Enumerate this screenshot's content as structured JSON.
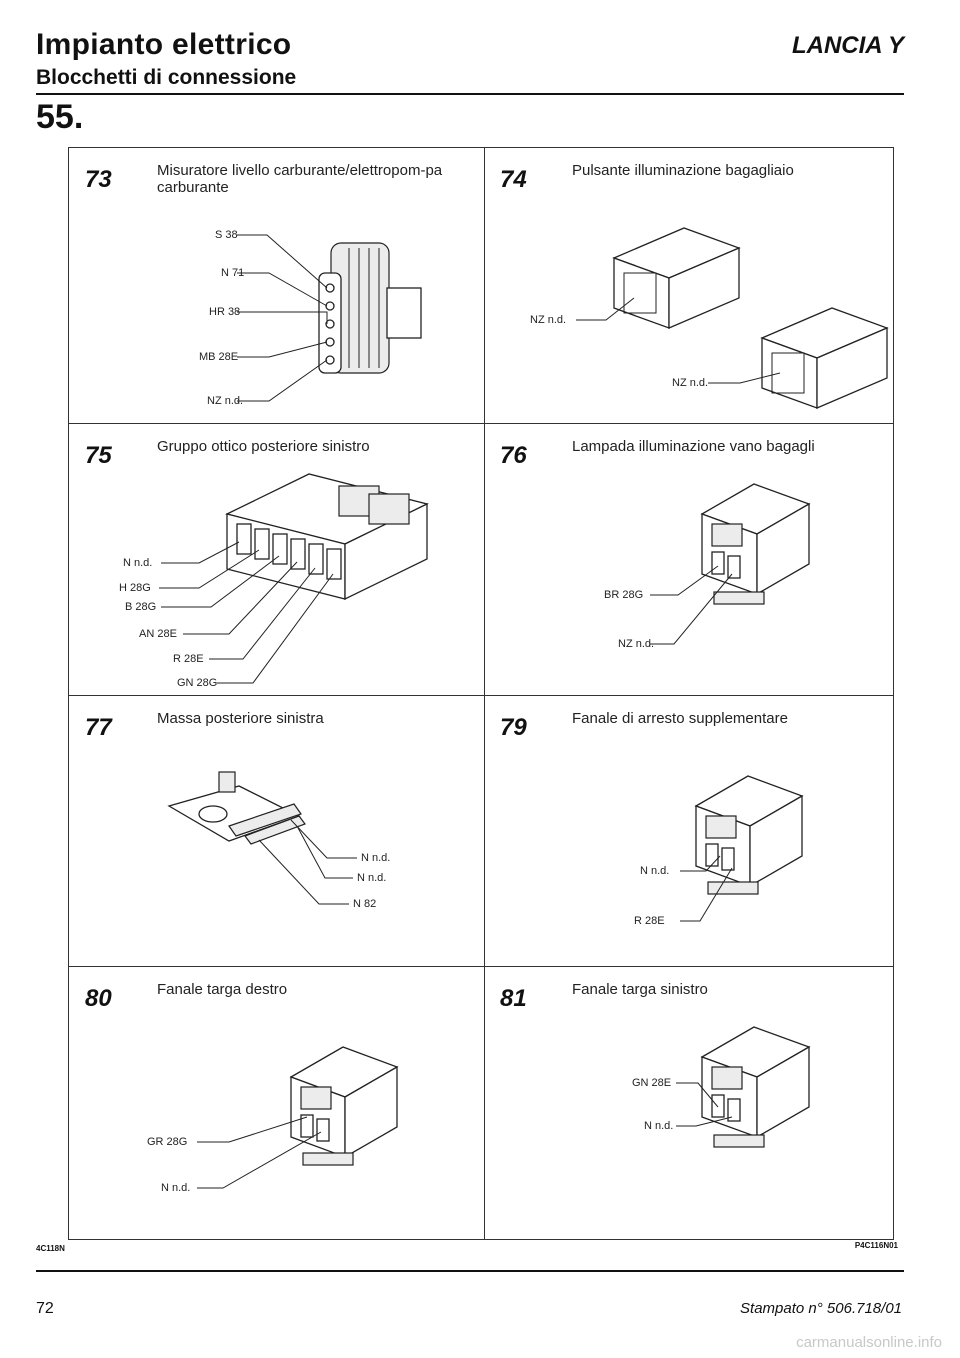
{
  "header": {
    "title": "Impianto elettrico",
    "subtitle": "Blocchetti di connessione",
    "brand": "LANCIA Y",
    "section": "55."
  },
  "cells": [
    {
      "num": "73",
      "desc": "Misuratore livello carburante/elettropom-pa carburante",
      "labels": [
        "S 38",
        "N 71",
        "HR 38",
        "MB 28E",
        "NZ n.d."
      ]
    },
    {
      "num": "74",
      "desc": "Pulsante illuminazione bagagliaio",
      "labels": [
        "NZ n.d.",
        "NZ n.d."
      ]
    },
    {
      "num": "75",
      "desc": "Gruppo ottico posteriore sinistro",
      "labels": [
        "N n.d.",
        "H 28G",
        "B 28G",
        "AN 28E",
        "R 28E",
        "GN 28G"
      ]
    },
    {
      "num": "76",
      "desc": "Lampada illuminazione vano bagagli",
      "labels": [
        "BR 28G",
        "NZ n.d."
      ]
    },
    {
      "num": "77",
      "desc": "Massa posteriore sinistra",
      "labels": [
        "N n.d.",
        "N n.d.",
        "N 82"
      ]
    },
    {
      "num": "79",
      "desc": "Fanale di arresto supplementare",
      "labels": [
        "N n.d.",
        "R 28E"
      ]
    },
    {
      "num": "80",
      "desc": "Fanale targa destro",
      "labels": [
        "GR 28G",
        "N n.d."
      ]
    },
    {
      "num": "81",
      "desc": "Fanale targa sinistro",
      "labels": [
        "GN 28E",
        "N n.d."
      ]
    }
  ],
  "footer": {
    "code_left": "4C118N",
    "code_right": "P4C116N01",
    "page_number": "72",
    "stampato": "Stampato n° 506.718/01",
    "watermark": "carmanualsonline.info"
  }
}
